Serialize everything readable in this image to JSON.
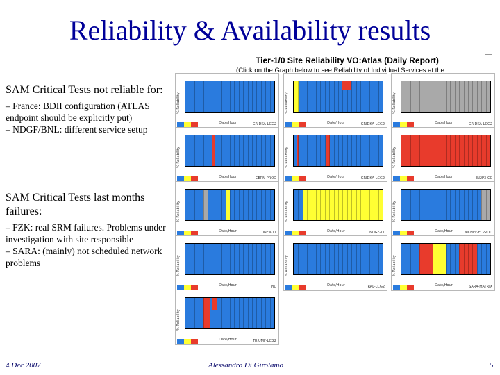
{
  "slide": {
    "title": "Reliability & Availability results",
    "report_title": "Tier-1/0 Site Reliability VO:Atlas (Daily Report)",
    "report_subtitle": "(Click on the Graph below to see Reliability of Individual Services at the Site)",
    "section1_heading": "SAM Critical Tests not reliable for:",
    "section1_bullets": [
      "– France: BDII configuration (ATLAS endpoint should be explicitly put)",
      "– NDGF/BNL: different service setup"
    ],
    "section2_heading": "SAM Critical Tests last months failures:",
    "section2_bullets": [
      "– FZK: real SRM failures. Problems under investigation with site responsible",
      "– SARA: (mainly) not scheduled network problems"
    ],
    "footer_date": "4 Dec 2007",
    "footer_author": "Alessandro Di Girolamo",
    "footer_page": "5"
  },
  "colors": {
    "title": "#000099",
    "blue": "#2a7bde",
    "yellow": "#ffff33",
    "red": "#e83b2c",
    "grey": "#a9a9a9"
  },
  "panels": [
    {
      "ylabel": "% Reliability",
      "xlabel": "Date/Hour",
      "site": "GRIDKA-LCG2"
    },
    {
      "ylabel": "% Reliability",
      "xlabel": "Date/Hour",
      "site": "GRIDKA-LCG2"
    },
    {
      "ylabel": "% Reliability",
      "xlabel": "Date/Hour",
      "site": "GRIDKA-LCG2"
    },
    {
      "ylabel": "% Reliability",
      "xlabel": "Date/Hour",
      "site": "CERN-PROD"
    },
    {
      "ylabel": "% Reliability",
      "xlabel": "Date/Hour",
      "site": "GRIDKA-LCG2"
    },
    {
      "ylabel": "% Reliability",
      "xlabel": "Date/Hour",
      "site": "IN2P3-CC"
    },
    {
      "ylabel": "% Reliability",
      "xlabel": "Date/Hour",
      "site": "INFN-T1"
    },
    {
      "ylabel": "% Reliability",
      "xlabel": "Date/Hour",
      "site": "NDGF-T1"
    },
    {
      "ylabel": "% Reliability",
      "xlabel": "Date/Hour",
      "site": "NIKHEF-ELPROD"
    },
    {
      "ylabel": "% Reliability",
      "xlabel": "Date/Hour",
      "site": "PIC"
    },
    {
      "ylabel": "% Reliability",
      "xlabel": "Date/Hour",
      "site": "RAL-LCG2"
    },
    {
      "ylabel": "% Reliability",
      "xlabel": "Date/Hour",
      "site": "SARA-MATRIX"
    },
    {
      "ylabel": "% Reliability",
      "xlabel": "Date/Hour",
      "site": "TRIUMF-LCG2"
    }
  ]
}
